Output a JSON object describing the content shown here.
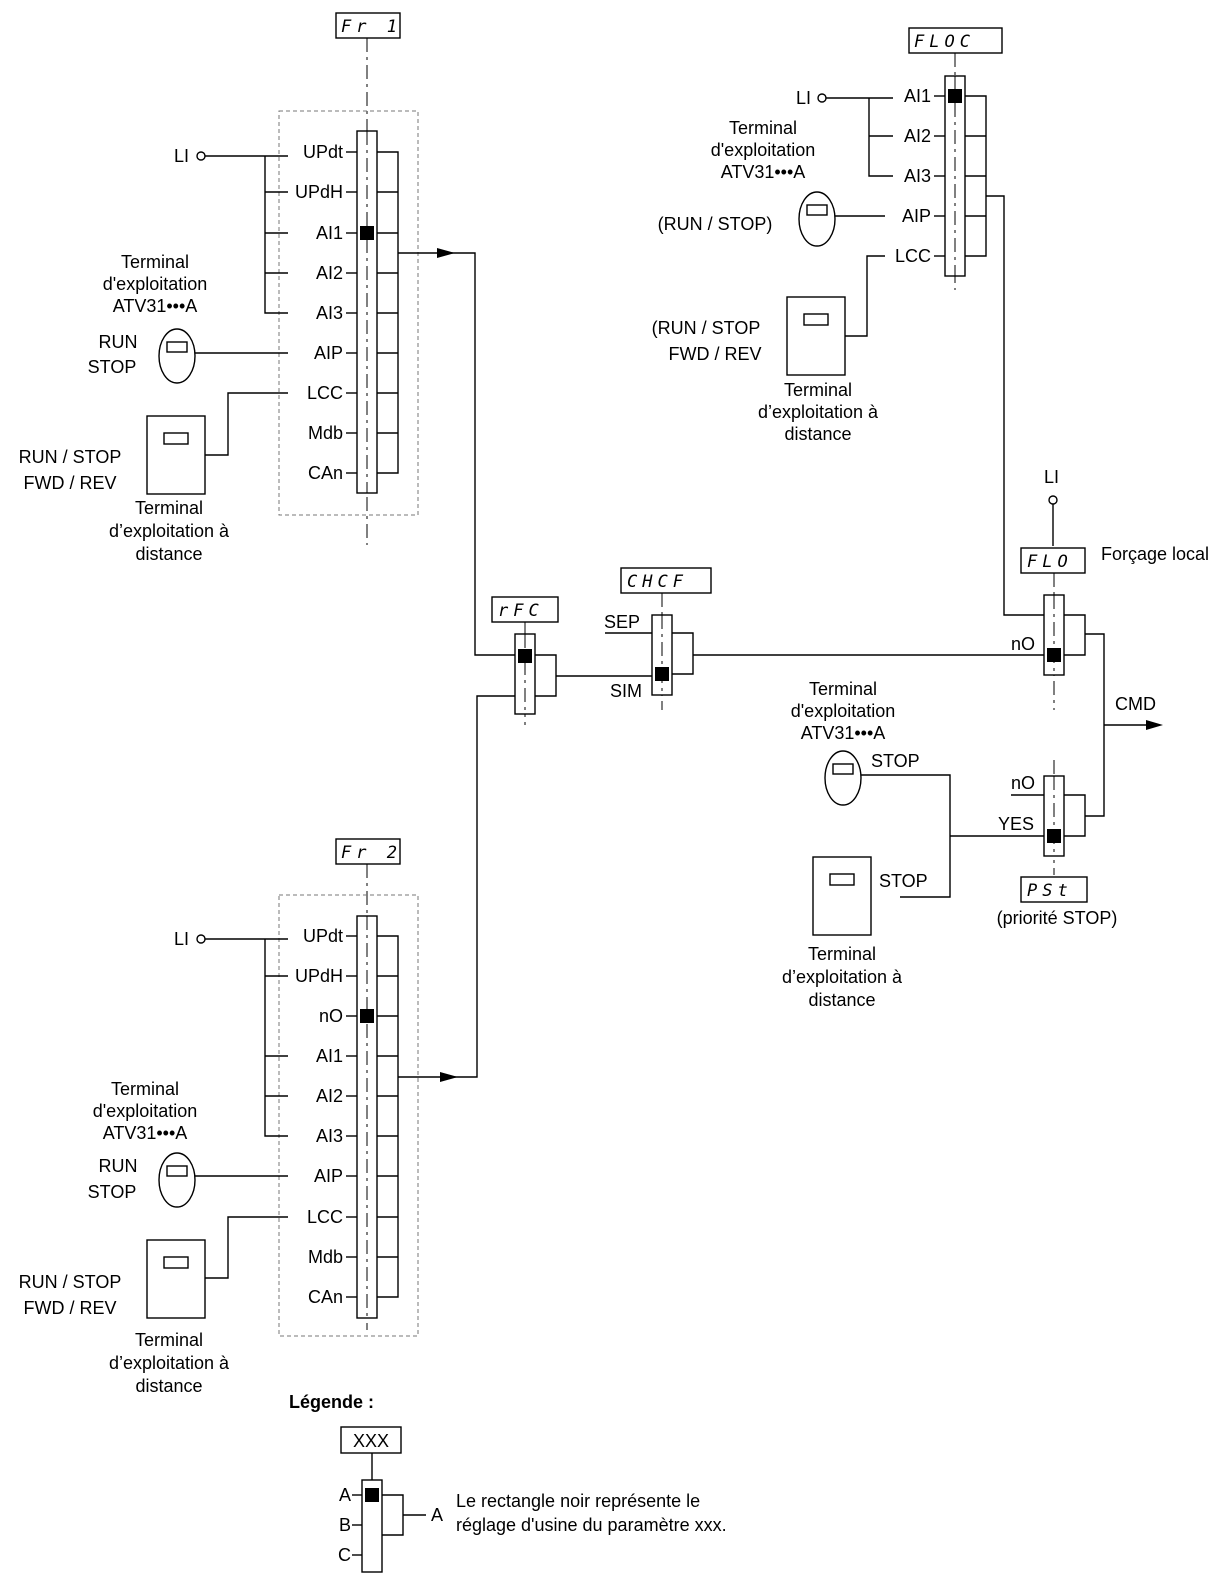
{
  "params": {
    "fr1": "Fr 1",
    "floc": "FLOC",
    "rfc": "rFC",
    "chcf": "CHCF",
    "flo": "FLO",
    "fr2": "Fr 2",
    "pst": "PSt"
  },
  "fr1": {
    "li": "LI",
    "options": [
      "UPdt",
      "UPdH",
      "AI1",
      "AI2",
      "AI3",
      "AIP",
      "LCC",
      "Mdb",
      "CAn"
    ],
    "terminal_local": [
      "Terminal",
      "d'exploitation",
      "ATV31•••A"
    ],
    "run_stop": [
      "RUN",
      "STOP"
    ],
    "remote_cmds": [
      "RUN / STOP",
      "FWD / REV"
    ],
    "terminal_remote": [
      "Terminal",
      "d’exploitation à",
      "distance"
    ]
  },
  "floc": {
    "li": "LI",
    "options": [
      "AI1",
      "AI2",
      "AI3",
      "AIP",
      "LCC"
    ],
    "terminal_local": [
      "Terminal",
      "d'exploitation",
      "ATV31•••A"
    ],
    "run_stop": "(RUN / STOP)",
    "remote_cmds": [
      "(RUN / STOP",
      "FWD / REV"
    ],
    "terminal_remote": [
      "Terminal",
      "d’exploitation à",
      "distance"
    ]
  },
  "chcf": {
    "sep": "SEP",
    "sim": "SIM"
  },
  "flo": {
    "li": "LI",
    "label": "Forçage local",
    "no": "nO"
  },
  "cmd": "CMD",
  "pst": {
    "terminal_local": [
      "Terminal",
      "d'exploitation",
      "ATV31•••A"
    ],
    "stop_local": "STOP",
    "stop_remote": "STOP",
    "terminal_remote": [
      "Terminal",
      "d’exploitation à",
      "distance"
    ],
    "no": "nO",
    "yes": "YES",
    "caption": "(priorité STOP)"
  },
  "fr2": {
    "li": "LI",
    "options": [
      "UPdt",
      "UPdH",
      "nO",
      "AI1",
      "AI2",
      "AI3",
      "AIP",
      "LCC",
      "Mdb",
      "CAn"
    ],
    "terminal_local": [
      "Terminal",
      "d'exploitation",
      "ATV31•••A"
    ],
    "run_stop": [
      "RUN",
      "STOP"
    ],
    "remote_cmds": [
      "RUN / STOP",
      "FWD / REV"
    ],
    "terminal_remote": [
      "Terminal",
      "d’exploitation à",
      "distance"
    ]
  },
  "legend": {
    "title": "Légende :",
    "param": "XXX",
    "inputs": [
      "A",
      "B",
      "C"
    ],
    "output": "A",
    "text": [
      "Le rectangle noir représente le",
      "réglage d'usine du paramètre xxx."
    ]
  }
}
